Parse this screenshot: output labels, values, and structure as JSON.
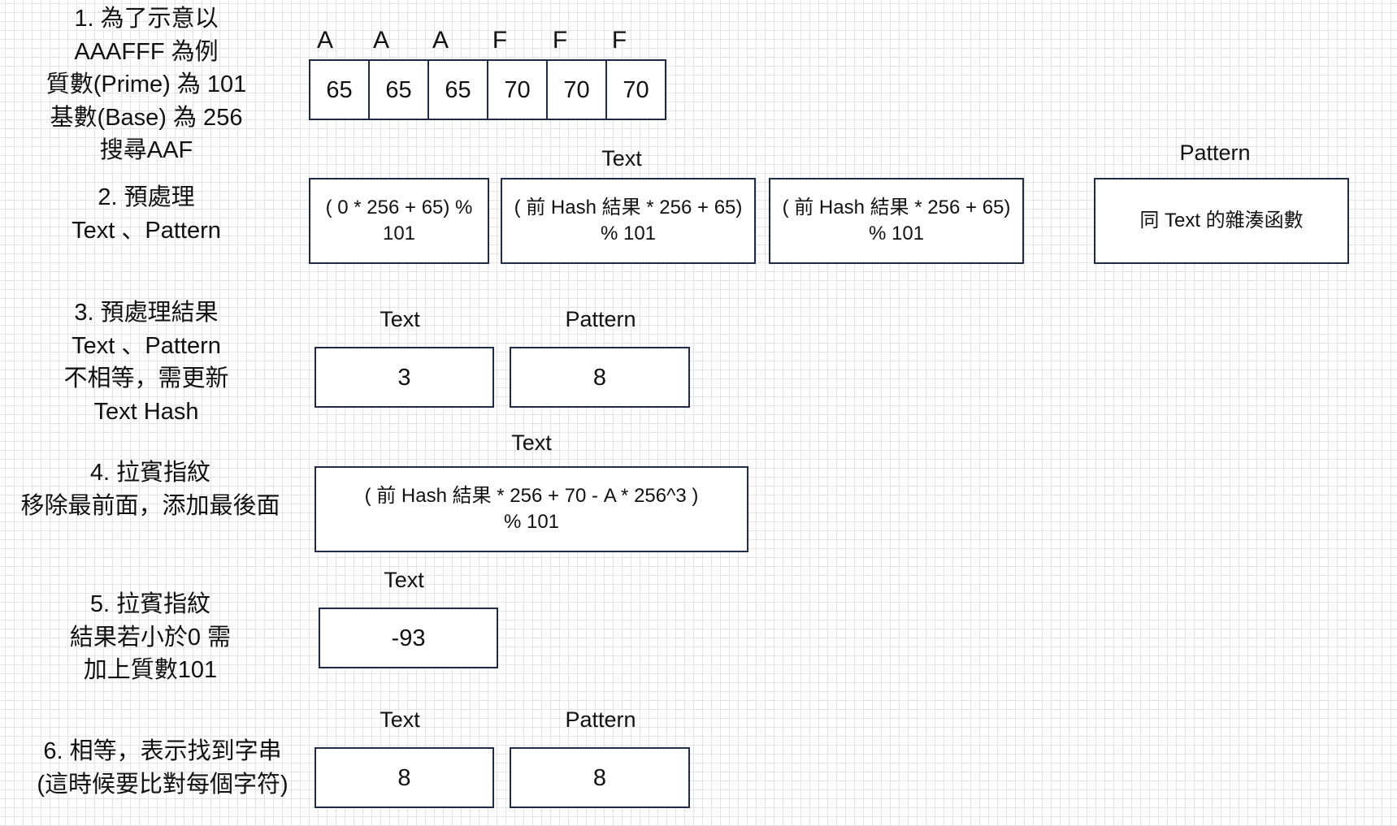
{
  "steps": {
    "s1": [
      "1. 為了示意以",
      "AAAFFF 為例",
      "質數(Prime) 為 101",
      "基數(Base)  為 256",
      "搜尋AAF"
    ],
    "s2": [
      "2. 預處理",
      "Text 、Pattern"
    ],
    "s3": [
      "3. 預處理結果",
      "Text 、Pattern",
      "不相等，需更新",
      "Text Hash"
    ],
    "s4": [
      "4. 拉賓指紋",
      "移除最前面，添加最後面"
    ],
    "s5": [
      "5. 拉賓指紋",
      "結果若小於0 需",
      "加上質數101"
    ],
    "s6": [
      "6. 相等，表示找到字串",
      "(這時候要比對每個字符)"
    ]
  },
  "characters": [
    "A",
    "A",
    "A",
    "F",
    "F",
    "F"
  ],
  "ascii_values": [
    "65",
    "65",
    "65",
    "70",
    "70",
    "70"
  ],
  "row2": {
    "text_label": "Text",
    "pattern_label": "Pattern",
    "box1": [
      "( 0 * 256 + 65) %",
      "101"
    ],
    "box2": [
      "( 前 Hash 結果 * 256 + 65)",
      "% 101"
    ],
    "box3": [
      "( 前 Hash 結果 * 256 + 65)",
      "% 101"
    ],
    "pattern_box": "同 Text 的雜湊函數"
  },
  "row3": {
    "text_label": "Text",
    "pattern_label": "Pattern",
    "text_value": "3",
    "pattern_value": "8"
  },
  "row4": {
    "text_label": "Text",
    "formula": [
      "( 前 Hash 結果 * 256 + 70 - A * 256^3  )",
      "% 101"
    ]
  },
  "row5": {
    "text_label": "Text",
    "text_value": "-93"
  },
  "row6": {
    "text_label": "Text",
    "pattern_label": "Pattern",
    "text_value": "8",
    "pattern_value": "8"
  }
}
